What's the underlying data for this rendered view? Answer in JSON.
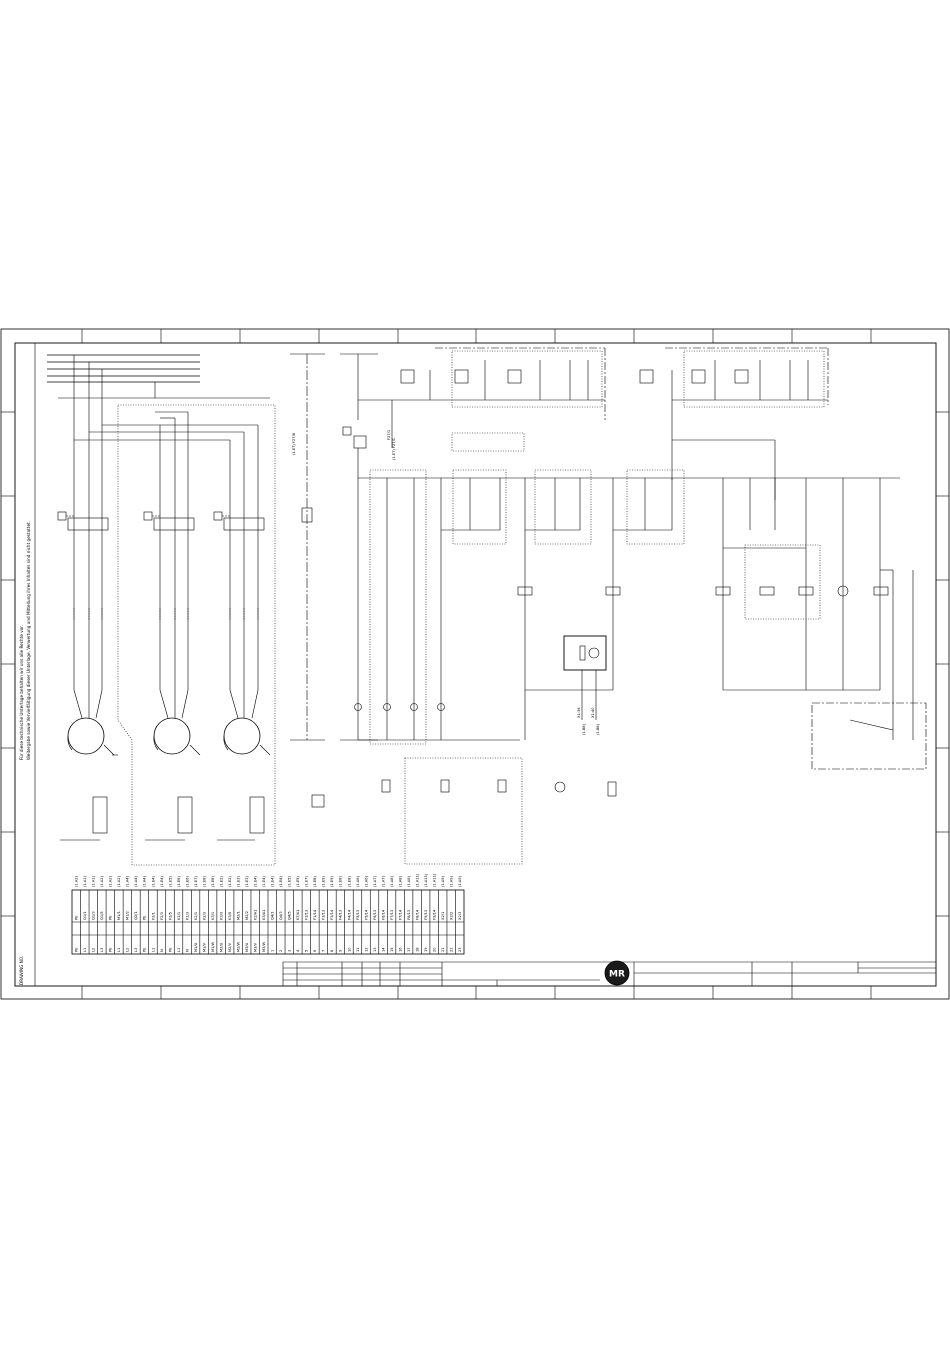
{
  "side_notes": {
    "line1": "Für diese technische Unterlage behalten wir uns alle Rechte vor.",
    "line2": "Weitergabe sowie Vervielfältigung dieser Unterlage, Verwertung und Mitteilung ihres Inhaltes sind nicht gestattet.",
    "doc_code": "DRAWING NO."
  },
  "references": {
    "r1": "(1.E7) F27/1",
    "r2": "F27/1",
    "r3": "(1.E7) F27/8",
    "r4": "X1:36",
    "r5": "(1.B8)",
    "r6": "X1:40",
    "r7": "(1.B8)"
  },
  "terminal_refs": [
    "(1.A2)",
    "(1.A1)",
    "(1.A1)",
    "(1.A2)",
    "(1.A2)",
    "(1.A2)",
    "(1.A4)",
    "(1.A4)",
    "(1.A4)",
    "(1.E4)",
    "(1.E4)",
    "(1.E5)",
    "(1.E6)",
    "(1.E6)",
    "(1.E7)",
    "(1.E8)",
    "(1.E8)",
    "(1.E2)",
    "(1.E2)",
    "(1.E3)",
    "(1.E3)",
    "(1.E4)",
    "(1.E4)",
    "(1.E4)",
    "(1.E4)",
    "(1.E5)",
    "(1.E5)",
    "(1.E7)",
    "(1.E8)",
    "(1.E9)",
    "(1.E9)",
    "(1.E8)",
    "(1.E8)",
    "(1.A6)",
    "(1.A6)",
    "(1.A7)",
    "(1.A7)",
    "(1.A8)",
    "(1.A8)",
    "(1.A8)",
    "(1.A11)",
    "(1.A11)",
    "(1.A11)",
    "(1.A9)",
    "(1.A9)",
    "(1.A9)"
  ],
  "terminal_ids": [
    "PE",
    "Q1/1",
    "Q1/3",
    "Q1/5",
    "PE",
    "M1/1",
    "M1/2",
    "Q2/1",
    "PE",
    "F2/1",
    "F2/3",
    "F2/5",
    "K1/1",
    "K1/3",
    "K2/1",
    "K2/3",
    "K3/1",
    "K3/3",
    "K3/5",
    "M2/1",
    "M2/2",
    "K2/A1",
    "K3/A1",
    "Q4/1",
    "Q4/3",
    "Q4/5",
    "K7/A1",
    "F1/13",
    "F1/14",
    "F3/13",
    "F3/14",
    "F4/13",
    "F4/14",
    "F5/13",
    "F5/14",
    "F6/13",
    "F6/14",
    "F7/13",
    "F7/14",
    "F8/13",
    "F8/14",
    "F9/13",
    "F9/14",
    "X2/1",
    "X2/2",
    "X2/3"
  ],
  "terminal_wires": [
    "PE",
    "L1",
    "L2",
    "L3",
    "PE",
    "L1",
    "L2",
    "L3",
    "PE",
    "L1",
    "N",
    "PE",
    "L1",
    "N",
    "M1/U",
    "M1/V",
    "M1/W",
    "M2/U",
    "M2/V",
    "M2/W",
    "M3/U",
    "M3/V",
    "M3/W",
    "1",
    "2",
    "3",
    "4",
    "5",
    "6",
    "7",
    "8",
    "9",
    "10",
    "11",
    "12",
    "13",
    "14",
    "15",
    "16",
    "17",
    "18",
    "19",
    "20",
    "21",
    "22",
    "23"
  ],
  "title_block": {
    "logo": "MR"
  }
}
